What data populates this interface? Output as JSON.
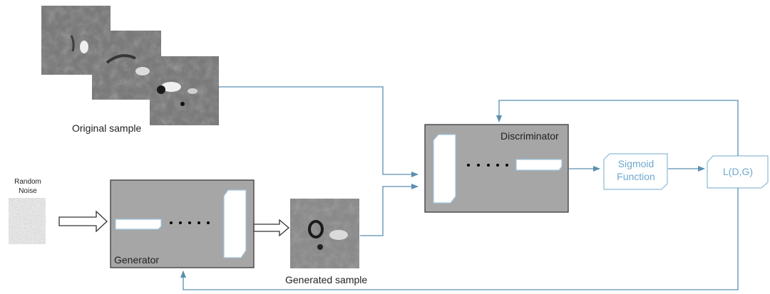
{
  "diagram": {
    "title": "GAN architecture with solar magnetogram samples",
    "original_sample": {
      "label": "Original sample",
      "image_count": 3
    },
    "random_noise": {
      "label_line1": "Random",
      "label_line2": "Noise"
    },
    "generator": {
      "label": "Generator",
      "dots": "• • • • •"
    },
    "generated_sample": {
      "label": "Generated sample"
    },
    "discriminator": {
      "label": "Discriminator",
      "dots": "• • • • •"
    },
    "sigmoid": {
      "label_line1": "Sigmoid",
      "label_line2": "Function"
    },
    "loss": {
      "label": "L(D,G)"
    },
    "colors": {
      "connector": "#5b8fb0",
      "block_fill": "#a6a6a6",
      "block_border": "#3a3a3a",
      "accent_text": "#6fa8cf",
      "layer_fill": "#ffffff",
      "layer_border": "#9fc6df"
    }
  }
}
